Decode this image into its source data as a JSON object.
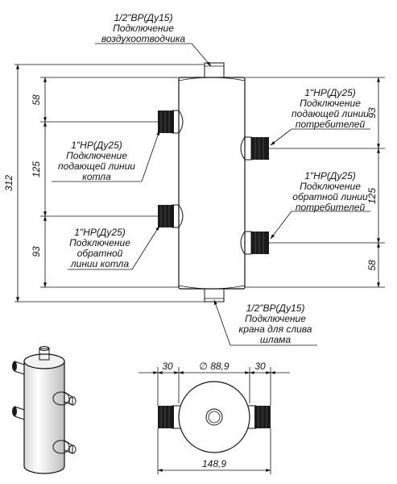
{
  "annotations": {
    "air_vent": {
      "line1": "1/2\"ВР(Ду15)",
      "line2": "Подключение",
      "line3": "воздухоотводчика"
    },
    "supply_consumers": {
      "line1": "1\"НР(Ду25)",
      "line2": "Подключение",
      "line3": "подающей линии",
      "line4": "потребителей"
    },
    "supply_boiler": {
      "line1": "1\"НР(Ду25)",
      "line2": "Подключение",
      "line3": "подающей линии",
      "line4": "котла"
    },
    "return_consumers": {
      "line1": "1\"НР(Ду25)",
      "line2": "Подключение",
      "line3": "обратной линии",
      "line4": "потребителей"
    },
    "return_boiler": {
      "line1": "1\"НР(Ду25)",
      "line2": "Подключение",
      "line3": "обратной",
      "line4": "линии котла"
    },
    "drain": {
      "line1": "1/2\"ВР(Ду15)",
      "line2": "Подключение",
      "line3": "крана для слива",
      "line4": "шлама"
    }
  },
  "dimensions": {
    "total_height": "312",
    "left_top": "58",
    "left_middle": "125",
    "left_bottom": "93",
    "right_top": "93",
    "right_middle": "125",
    "right_bottom": "58",
    "plan_left": "30",
    "plan_diameter": "∅ 88,9",
    "plan_right": "30",
    "plan_total": "148,9"
  },
  "colors": {
    "line": "#111111",
    "body_fill": "#ffffff",
    "thread_fill": "#1a1a1a"
  }
}
